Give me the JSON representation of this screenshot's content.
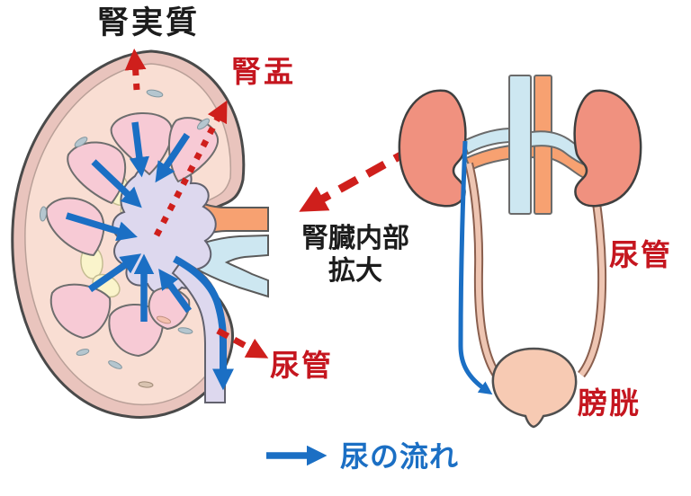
{
  "labels": {
    "renal_parenchyma": "腎実質",
    "renal_pelvis": "腎盂",
    "enlarge_line1": "腎臓内部",
    "enlarge_line2": "拡大",
    "ureter_left": "尿管",
    "ureter_right": "尿管",
    "bladder": "膀胱",
    "legend_urine_flow": "尿の流れ"
  },
  "colors": {
    "text_black": "#1c1c1c",
    "red_label": "#c5161f",
    "red_arrow": "#cf1f1c",
    "blue_flow": "#1b6fc4",
    "capsule": "#e9c4bd",
    "cortex": "#f9ded3",
    "pyramid": "#f7cad5",
    "calyx": "#faf4cb",
    "pelvis": "#ddd8ee",
    "artery": "#f7a171",
    "vein": "#cde7f1",
    "kidney": "#f0917f",
    "ureter_fill": "#eec5b2",
    "ureter_edge": "#8a5f4e",
    "bladder": "#f7cab3",
    "outline": "#4a4a4a",
    "speckle": "#b5c6cf"
  }
}
